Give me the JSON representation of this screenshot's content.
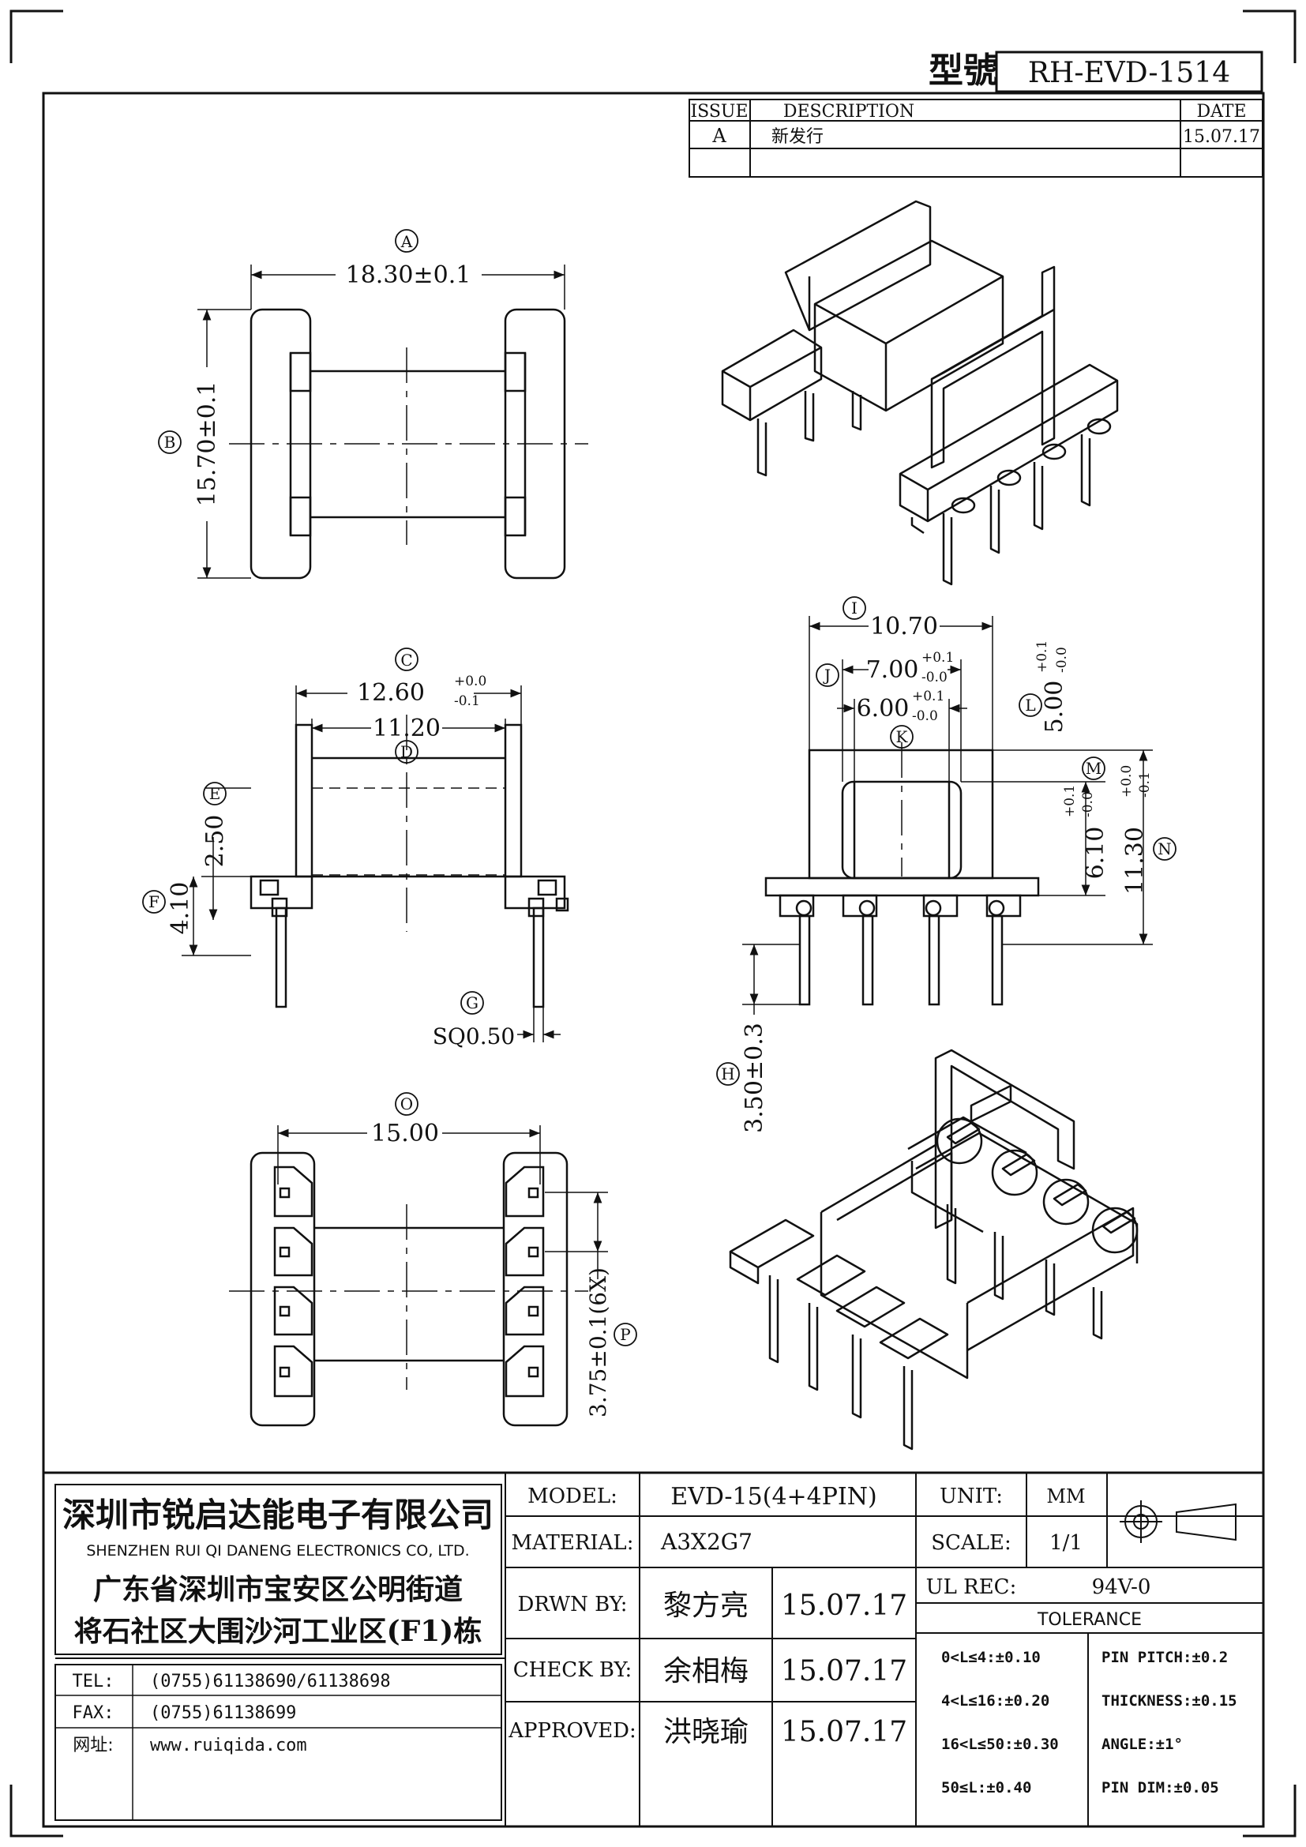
{
  "header": {
    "model_label": "型號",
    "model_no": "RH-EVD-1514"
  },
  "revision": {
    "col_issue": "ISSUE",
    "col_description": "DESCRIPTION",
    "col_date": "DATE",
    "rows": [
      {
        "issue": "A",
        "description": "新发行",
        "date": "15.07.17"
      }
    ]
  },
  "dimensions": {
    "A": {
      "letter": "A",
      "text": "18.30±0.1"
    },
    "B": {
      "letter": "B",
      "text": "15.70±0.1"
    },
    "C": {
      "letter": "C",
      "main": "12.60",
      "tol_up": "+0.0",
      "tol_dn": "-0.1"
    },
    "D": {
      "letter": "D",
      "text": "11.20"
    },
    "E": {
      "letter": "E",
      "text": "2.50"
    },
    "F": {
      "letter": "F",
      "text": "4.10"
    },
    "G": {
      "letter": "G",
      "text": "SQ0.50"
    },
    "H": {
      "letter": "H",
      "text": "3.50±0.3"
    },
    "I": {
      "letter": "I",
      "text": "10.70"
    },
    "J": {
      "letter": "J",
      "main": "7.00",
      "tol_up": "+0.1",
      "tol_dn": "-0.0"
    },
    "K": {
      "letter": "K",
      "main": "6.00",
      "tol_up": "+0.1",
      "tol_dn": "-0.0"
    },
    "L": {
      "letter": "L",
      "main": "5.00",
      "tol_up": "+0.1",
      "tol_dn": "-0.0"
    },
    "M": {
      "letter": "M",
      "main": "6.10",
      "tol_up": "+0.1",
      "tol_dn": "-0.0"
    },
    "N": {
      "letter": "N",
      "main": "11.30",
      "tol_up": "+0.0",
      "tol_dn": "-0.1"
    },
    "O": {
      "letter": "O",
      "text": "15.00"
    },
    "P": {
      "letter": "P",
      "text": "3.75±0.1(6X)"
    }
  },
  "company": {
    "name_cn": "深圳市锐启达能电子有限公司",
    "name_en": "SHENZHEN RUI QI DANENG ELECTRONICS CO, LTD.",
    "address_line1": "广东省深圳市宝安区公明街道",
    "address_line2": "将石社区大围沙河工业区(F1)栋",
    "tel_label": "TEL:",
    "tel": "(0755)61138690/61138698",
    "fax_label": "FAX:",
    "fax": "(0755)61138699",
    "web_label": "网址:",
    "web": "www.ruiqida.com"
  },
  "titleblock": {
    "model_label": "MODEL:",
    "model": "EVD-15(4+4PIN)",
    "material_label": "MATERIAL:",
    "material": "A3X2G7",
    "drawn_label": "DRWN BY:",
    "drawn_name": "黎方亮",
    "drawn_date": "15.07.17",
    "check_label": "CHECK BY:",
    "check_name": "余相梅",
    "check_date": "15.07.17",
    "approved_label": "APPROVED:",
    "approved_name": "洪晓瑜",
    "approved_date": "15.07.17",
    "unit_label": "UNIT:",
    "unit": "MM",
    "scale_label": "SCALE:",
    "scale": "1/1",
    "ul_label": "UL REC:",
    "ul": "94V-0",
    "tolerance_title": "TOLERANCE",
    "tol_left": [
      "0<L≤4:±0.10",
      "4<L≤16:±0.20",
      "16<L≤50:±0.30",
      "50≤L:±0.40"
    ],
    "tol_right": [
      "PIN PITCH:±0.2",
      "THICKNESS:±0.15",
      "ANGLE:±1°",
      "PIN DIM:±0.05"
    ]
  }
}
